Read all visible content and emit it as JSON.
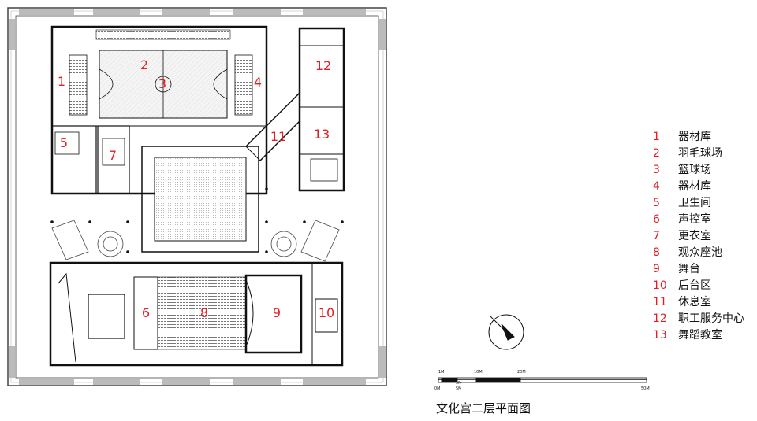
{
  "rooms": [
    {
      "num": "1",
      "name": "器材库"
    },
    {
      "num": "2",
      "name": "羽毛球场"
    },
    {
      "num": "3",
      "name": "篮球场"
    },
    {
      "num": "4",
      "name": "器材库"
    },
    {
      "num": "5",
      "name": "卫生间"
    },
    {
      "num": "6",
      "name": "声控室"
    },
    {
      "num": "7",
      "name": "更衣室"
    },
    {
      "num": "8",
      "name": "观众座池"
    },
    {
      "num": "9",
      "name": "舞台"
    },
    {
      "num": "10",
      "name": "后台区"
    },
    {
      "num": "11",
      "name": "休息室"
    },
    {
      "num": "12",
      "name": "职工服务中心"
    },
    {
      "num": "13",
      "name": "舞蹈教室"
    }
  ],
  "title": "文化宫二层平面图",
  "scale": {
    "top": [
      "1M",
      "5M",
      "10M",
      "20M"
    ],
    "bottom": [
      "0M",
      "5M",
      "50M"
    ]
  },
  "colors": {
    "label": "#e01e24",
    "line": "#111111"
  }
}
